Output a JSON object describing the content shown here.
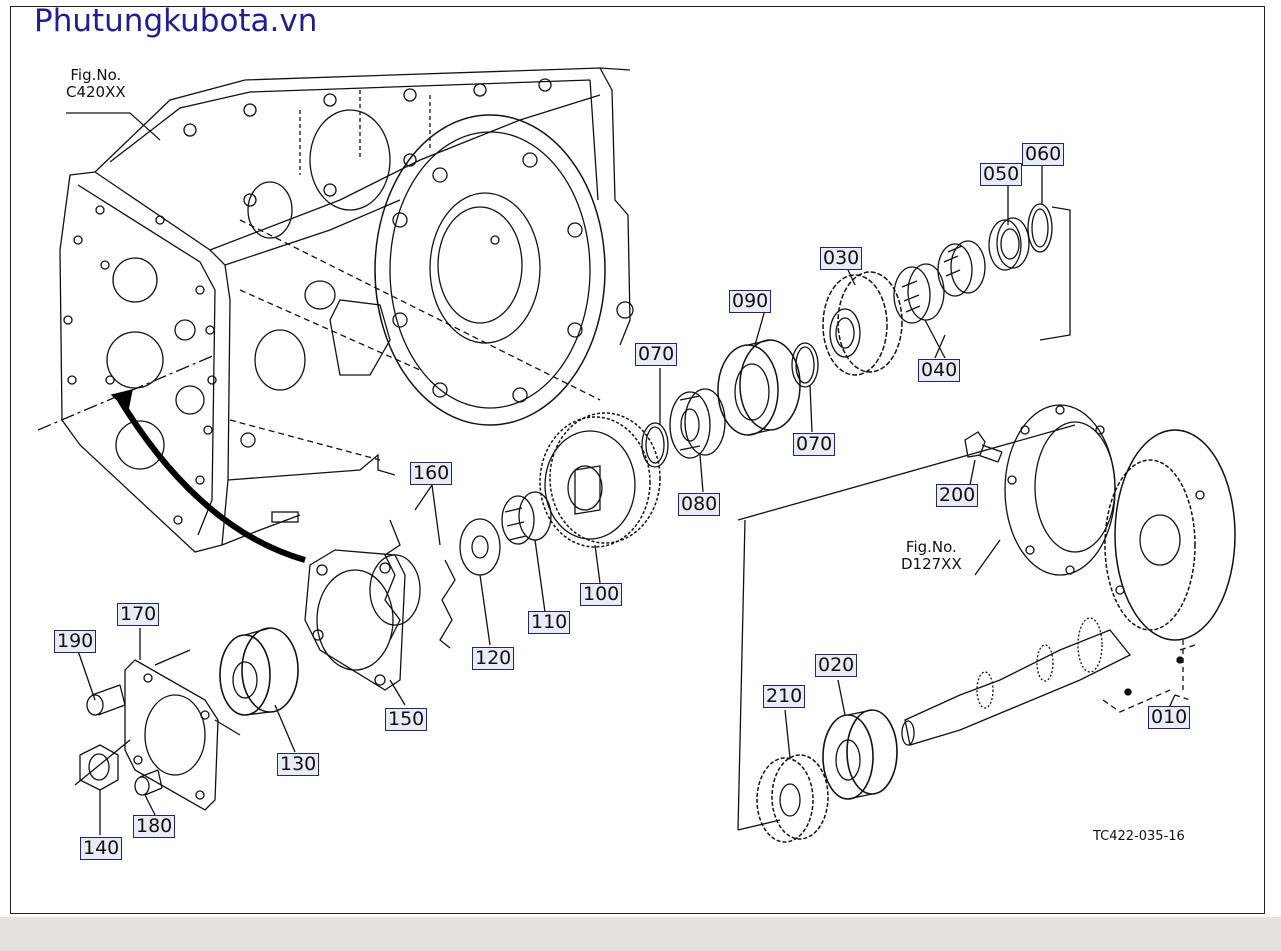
{
  "site": {
    "logo_text": "Phutungkubota.vn",
    "brand_color": "#1f1f8f"
  },
  "figure_refs": [
    {
      "line1": "Fig.No.",
      "line2": "C420XX"
    },
    {
      "line1": "Fig.No.",
      "line2": "D127XX"
    }
  ],
  "drawing_code": "TC422-035-16",
  "callouts": [
    "060",
    "050",
    "030",
    "040",
    "090",
    "070",
    "070",
    "080",
    "100",
    "160",
    "120",
    "110",
    "150",
    "130",
    "170",
    "190",
    "140",
    "180",
    "200",
    "020",
    "210",
    "010"
  ]
}
